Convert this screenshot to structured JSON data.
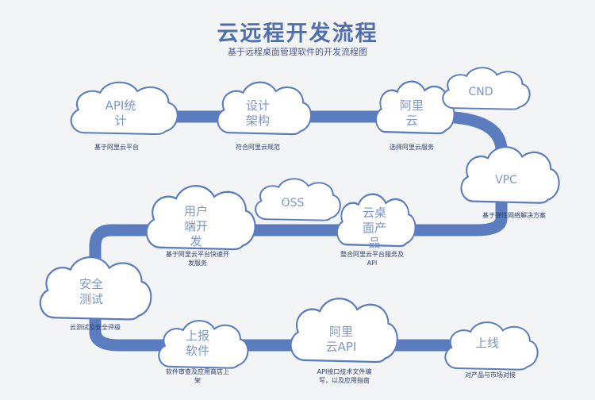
{
  "header": {
    "title": "云远程开发流程",
    "subtitle": "基于远程桌面管理软件的开发流程图"
  },
  "colors": {
    "path": "#5b7dbf",
    "cloud_fill": "#ffffff",
    "cloud_stroke": "#5b7dbf"
  },
  "nodes": [
    {
      "label": "API统\n计",
      "caption": "基于阿里云平台"
    },
    {
      "label": "设计\n架构",
      "caption": "符合阿里云规范"
    },
    {
      "label": "阿里\n云",
      "caption": "选择阿里云服务"
    },
    {
      "label": "CND",
      "caption": ""
    },
    {
      "label": "VPC",
      "caption": "基于弹性网络解决方案"
    },
    {
      "label": "云桌\n面产\n品",
      "caption": "整合阿里云平台服务及\nAPI"
    },
    {
      "label": "OSS",
      "caption": ""
    },
    {
      "label": "用户\n端开\n发",
      "caption": "基于阿里云平台快速开\n发服务"
    },
    {
      "label": "安全\n测试",
      "caption": "云测试及安全评级"
    },
    {
      "label": "上报\n软件",
      "caption": "软件审查及应用商店上\n架"
    },
    {
      "label": "阿里\n云API",
      "caption": "API接口技术文件编\n写，以及应用指南"
    },
    {
      "label": "上线",
      "caption": "对产品与市场对接"
    }
  ]
}
